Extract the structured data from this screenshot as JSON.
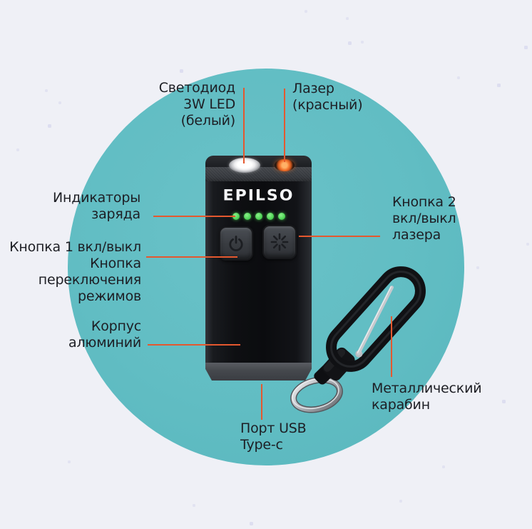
{
  "device": {
    "brand": "EPILSO",
    "indicators_count": "5"
  },
  "labels": {
    "led": {
      "lines": [
        "Светодиод",
        "3W LED",
        "(белый)"
      ]
    },
    "laser": {
      "lines": [
        "Лазер",
        "(красный)"
      ]
    },
    "indicators": {
      "lines": [
        "Индикаторы",
        "заряда"
      ]
    },
    "button1": {
      "lines": [
        "Кнопка 1 вкл/выкл",
        "Кнопка",
        "переключения",
        "режимов"
      ]
    },
    "button2": {
      "lines": [
        "Кнопка 2",
        "вкл/выкл",
        "лазера"
      ]
    },
    "body": {
      "lines": [
        "Корпус",
        "алюминий"
      ]
    },
    "carabiner": {
      "lines": [
        "Металлический",
        "карабин"
      ]
    },
    "usb": {
      "lines": [
        "Порт USB",
        "Type-c"
      ]
    }
  },
  "colors": {
    "background": "#EFF0F6",
    "circle": "#61BDC3",
    "callout": "#E4582F",
    "indicator_green": "#4ED455",
    "laser_orange": "#F5772A",
    "text": "#1D1E24"
  }
}
